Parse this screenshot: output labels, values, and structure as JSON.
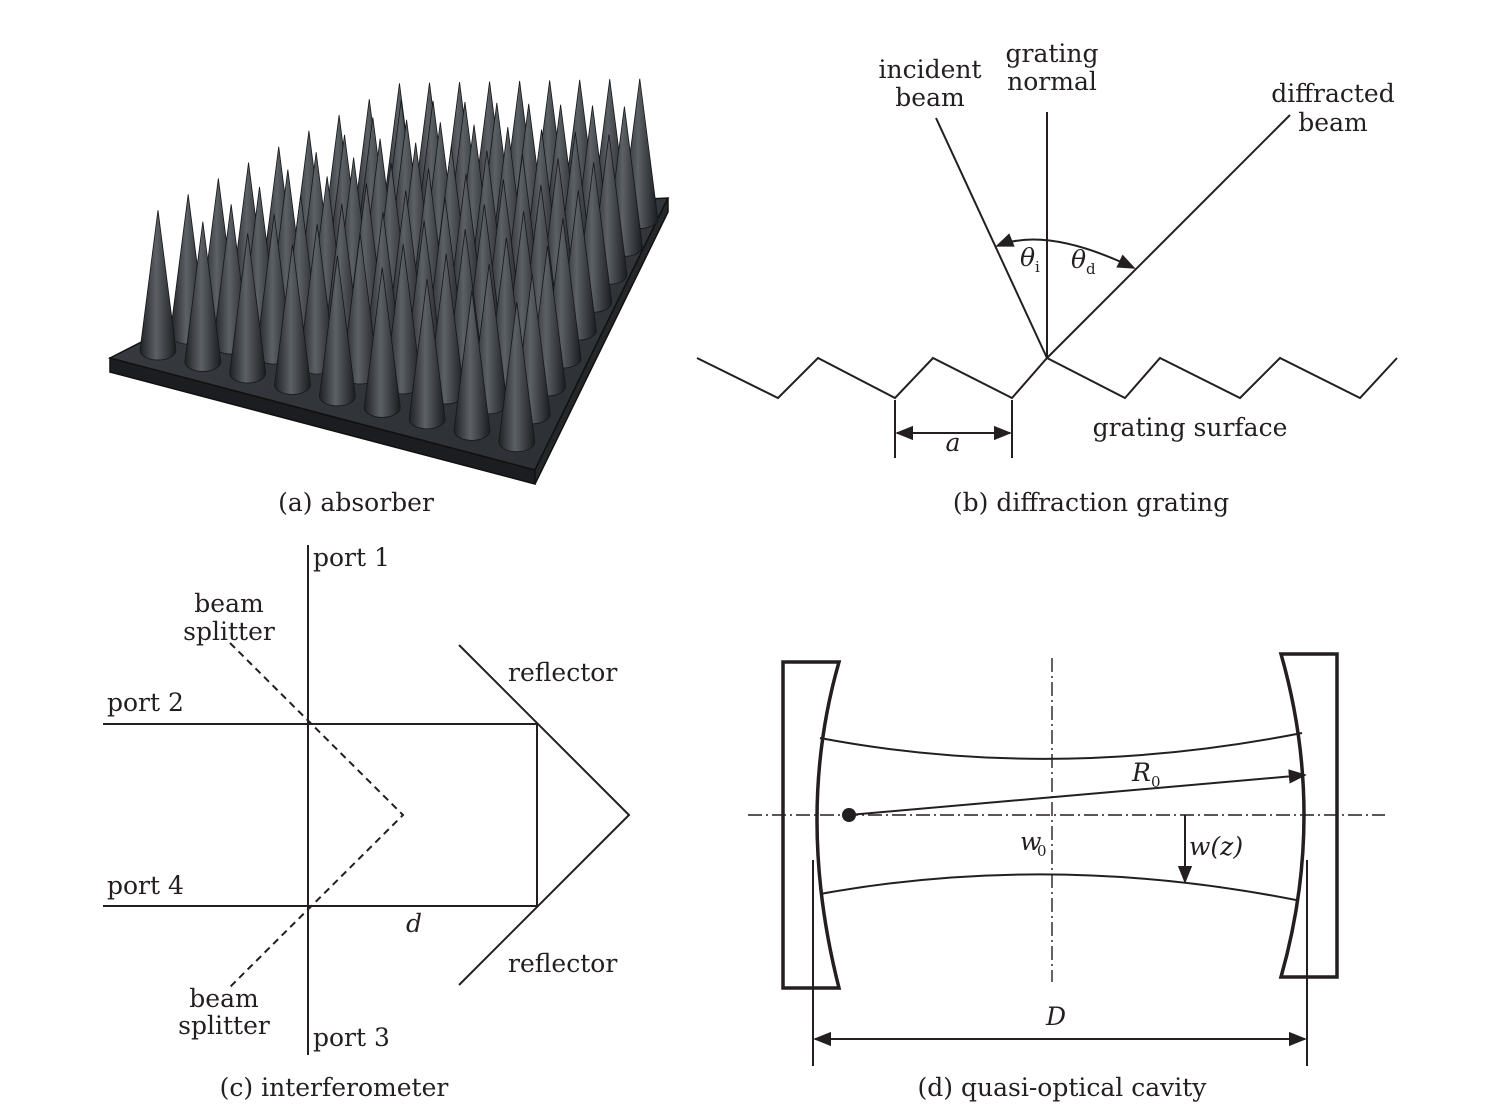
{
  "panels": {
    "a": {
      "caption": "(a) absorber"
    },
    "b": {
      "caption": "(b) diffraction grating",
      "incident_line1": "incident",
      "incident_line2": "beam",
      "normal_line1": "grating",
      "normal_line2": "normal",
      "diffracted_line1": "diffracted",
      "diffracted_line2": "beam",
      "theta_i": "θ",
      "theta_i_sub": "i",
      "theta_d": "θ",
      "theta_d_sub": "d",
      "period": "a",
      "surface": "grating surface"
    },
    "c": {
      "caption": "(c) interferometer",
      "port1": "port 1",
      "port2": "port 2",
      "port3": "port 3",
      "port4": "port 4",
      "splitter_top_line1": "beam",
      "splitter_top_line2": "splitter",
      "splitter_bottom_line1": "beam",
      "splitter_bottom_line2": "splitter",
      "reflector_top": "reflector",
      "reflector_bottom": "reflector",
      "distance": "d"
    },
    "d": {
      "caption": "(d) quasi-optical cavity",
      "radius": "R",
      "radius_sub": "0",
      "waist": "w",
      "waist_sub": "0",
      "beam_radius": "w(z)",
      "spacing": "D"
    }
  },
  "colors": {
    "ink": "#231f20",
    "absorber_dark": "#2b2f33",
    "absorber_light": "#5c6166"
  }
}
